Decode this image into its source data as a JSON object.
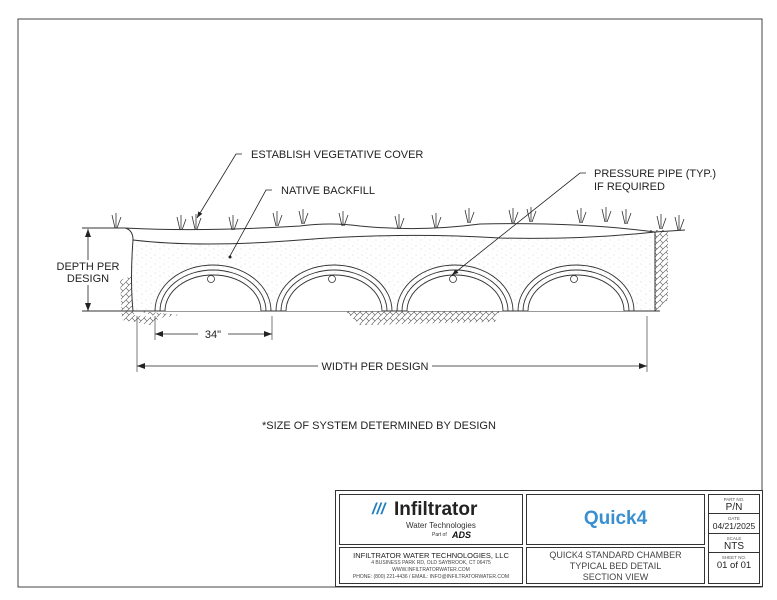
{
  "drawing": {
    "callouts": {
      "vegetative_cover": "ESTABLISH VEGETATIVE COVER",
      "native_backfill": "NATIVE BACKFILL",
      "pressure_pipe_line1": "PRESSURE PIPE (TYP.)",
      "pressure_pipe_line2": "IF REQUIRED"
    },
    "dimensions": {
      "depth_line1": "DEPTH PER",
      "depth_line2": "DESIGN",
      "chamber_width": "34\"",
      "overall_width": "WIDTH PER DESIGN"
    },
    "note": "*SIZE OF SYSTEM DETERMINED BY DESIGN"
  },
  "title_block": {
    "logo": {
      "name": "Infiltrator",
      "tagline": "Water Technologies",
      "part_of": "Part of",
      "parent": "ADS",
      "color": "#1f7fc1"
    },
    "product": {
      "name": "Quick4",
      "color": "#3a8fd0"
    },
    "company": {
      "name": "INFILTRATOR WATER TECHNOLOGIES, LLC",
      "address": "4 BUSINESS PARK RD, OLD SAYBROOK, CT 06475",
      "website": "WWW.INFILTRATORWATER.COM",
      "contact": "PHONE: (800) 221-4436 / EMAIL: INFO@INFILTRATORWATER.COM"
    },
    "title": {
      "line1": "QUICK4 STANDARD CHAMBER",
      "line2": "TYPICAL BED DETAIL",
      "line3": "SECTION VIEW"
    },
    "fields": {
      "part_no_label": "PART NO.",
      "part_no": "P/N",
      "date_label": "DATE",
      "date": "04/21/2025",
      "scale_label": "SCALE",
      "scale": "NTS",
      "sheet_label": "SHEET NO.",
      "sheet": "01 of 01"
    }
  }
}
